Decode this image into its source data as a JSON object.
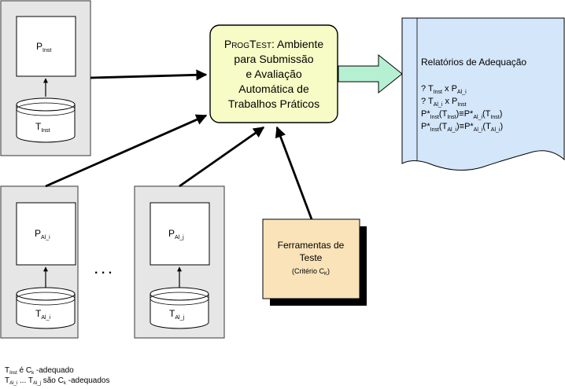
{
  "instructor": {
    "program": "P",
    "program_sub": "Inst",
    "tests": "T",
    "tests_sub": "Inst"
  },
  "student_i": {
    "program": "P",
    "program_sub": "Al_i",
    "tests": "T",
    "tests_sub": "Al_i"
  },
  "student_j": {
    "program": "P",
    "program_sub": "Al_j",
    "tests": "T",
    "tests_sub": "Al_j"
  },
  "ellipsis": ". . .",
  "progtest": {
    "name_first": "P",
    "name_caps": "ROG",
    "name_second": "T",
    "name_caps2": "EST",
    "line1_rest": ": Ambiente",
    "line2": "para Submissão",
    "line3": "e Avaliação",
    "line4": "Automática de",
    "line5": "Trabalhos Práticos"
  },
  "tools": {
    "line1": "Ferramentas de",
    "line2": "Teste",
    "criterion_open": "(Critério C",
    "criterion_sub": "K",
    "criterion_close": ")"
  },
  "report": {
    "title": "Relatórios de Adequação",
    "r1": {
      "q": "? T",
      "a_sub": "Inst",
      "x": "  x  P",
      "b_sub": "Al_i"
    },
    "r2": {
      "q": "? T",
      "a_sub": "Al_i",
      "x": " x P",
      "b_sub": "Inst"
    },
    "r3": {
      "p1": "P*",
      "s1": "Inst",
      "m1": "(T",
      "s2": "Inst",
      "m2": ")",
      "eq": "≡",
      "p2": "P*",
      "s3": "Al_i",
      "m3": "(T",
      "s4": "Inst",
      "m4": ")"
    },
    "r4": {
      "p1": "P*",
      "s1": "Inst",
      "m1": "(T",
      "s2": "Al_i",
      "m2": ")",
      "eq": "≡",
      "p2": "P*",
      "s3": "Al_i",
      "m3": "(T",
      "s4": "Al_i",
      "m4": ")"
    }
  },
  "notes": {
    "n1": {
      "t": "T",
      "t_sub": "Inst",
      "mid": " é C",
      "c_sub": "k",
      "end": " -adequado"
    },
    "n2": {
      "t": "T",
      "t_sub": "Al_i",
      "dots": " ... ",
      "t2": "T",
      "t2_sub": "Al_j",
      "mid": " são C",
      "c_sub": "k",
      "end": " -adequados"
    }
  },
  "colors": {
    "panel_fill": "#e6e6e6",
    "progtest_fill": "#f7fcc6",
    "tools_fill": "#fae3b8",
    "report_fill": "#d4e6fa",
    "arrow_fill": "#b5f0d2"
  }
}
